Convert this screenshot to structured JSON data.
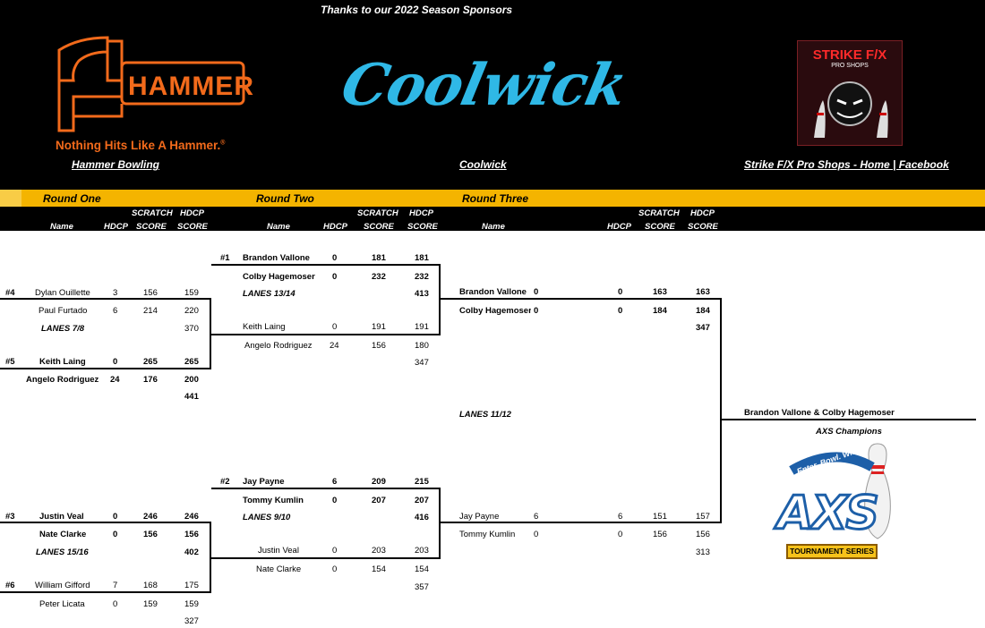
{
  "header": {
    "sponsors_title": "Thanks to our 2022 Season Sponsors",
    "hammer_word": "HAMMER",
    "hammer_tagline": "Nothing Hits Like A Hammer.",
    "hammer_reg": "®",
    "coolwick_logo_text": "Coolwick",
    "strike_logo_title": "STRIKE F/X",
    "strike_logo_sub": "PRO SHOPS",
    "links": {
      "hammer": "Hammer Bowling",
      "coolwick": "Coolwick",
      "strike": "Strike F/X Pro Shops - Home | Facebook"
    }
  },
  "rounds": {
    "one": "Round One",
    "two": "Round Two",
    "three": "Round Three"
  },
  "columns": {
    "scratch": "SCRATCH",
    "hdcp": "HDCP",
    "name": "Name",
    "score": "SCORE"
  },
  "colors": {
    "bar": "#f4b400",
    "header_bg": "#000000",
    "hammer_orange": "#f26a1b",
    "coolwick_blue": "#2fb8e6"
  },
  "round1": [
    {
      "seed": "#4",
      "name": "Dylan Ouillette",
      "hdcp": "3",
      "scratch": "156",
      "total": "159"
    },
    {
      "name": "Paul Furtado",
      "hdcp": "6",
      "scratch": "214",
      "total": "220"
    },
    {
      "lanes": "LANES 7/8",
      "total": "370"
    },
    {
      "seed": "#5",
      "name": "Keith Laing",
      "hdcp": "0",
      "scratch": "265",
      "total": "265"
    },
    {
      "name": "Angelo Rodriguez",
      "hdcp": "24",
      "scratch": "176",
      "total": "200"
    },
    {
      "total": "441"
    },
    {
      "seed": "#3",
      "name": "Justin Veal",
      "hdcp": "0",
      "scratch": "246",
      "total": "246"
    },
    {
      "name": "Nate Clarke",
      "hdcp": "0",
      "scratch": "156",
      "total": "156"
    },
    {
      "lanes": "LANES 15/16",
      "total": "402"
    },
    {
      "seed": "#6",
      "name": "William Gifford",
      "hdcp": "7",
      "scratch": "168",
      "total": "175"
    },
    {
      "name": "Peter Licata",
      "hdcp": "0",
      "scratch": "159",
      "total": "159"
    },
    {
      "total": "327"
    }
  ],
  "round2": [
    {
      "seed": "#1",
      "name": "Brandon Vallone",
      "hdcp": "0",
      "scratch": "181",
      "total": "181"
    },
    {
      "name": "Colby Hagemoser",
      "hdcp": "0",
      "scratch": "232",
      "total": "232"
    },
    {
      "lanes": "LANES 13/14",
      "total": "413"
    },
    {
      "name": "Keith Laing",
      "hdcp": "0",
      "scratch": "191",
      "total": "191"
    },
    {
      "name": "Angelo Rodriguez",
      "hdcp": "24",
      "scratch": "156",
      "total": "180"
    },
    {
      "total": "347"
    },
    {
      "seed": "#2",
      "name": "Jay Payne",
      "hdcp": "6",
      "scratch": "209",
      "total": "215"
    },
    {
      "name": "Tommy Kumlin",
      "hdcp": "0",
      "scratch": "207",
      "total": "207"
    },
    {
      "lanes": "LANES 9/10",
      "total": "416"
    },
    {
      "name": "Justin Veal",
      "hdcp": "0",
      "scratch": "203",
      "total": "203"
    },
    {
      "name": "Nate Clarke",
      "hdcp": "0",
      "scratch": "154",
      "total": "154"
    },
    {
      "total": "357"
    }
  ],
  "round3": [
    {
      "name": "Brandon Vallone",
      "hdcp_a": "0",
      "hdcp_b": "0",
      "scratch": "163",
      "total": "163"
    },
    {
      "name": "Colby Hagemoser",
      "hdcp_a": "0",
      "hdcp_b": "0",
      "scratch": "184",
      "total": "184"
    },
    {
      "total": "347"
    },
    {
      "lanes": "LANES 11/12"
    },
    {
      "name": "Jay Payne",
      "hdcp_a": "6",
      "hdcp_b": "6",
      "scratch": "151",
      "total": "157"
    },
    {
      "name": "Tommy Kumlin",
      "hdcp_a": "0",
      "hdcp_b": "0",
      "scratch": "156",
      "total": "156"
    },
    {
      "total": "313"
    }
  ],
  "champions": {
    "names": "Brandon Vallone & Colby Hagemoser",
    "title": "AXS Champions",
    "logo_text": "AXS",
    "logo_arc": "Enter. Bowl. Win.",
    "logo_banner": "TOURNAMENT SERIES"
  }
}
